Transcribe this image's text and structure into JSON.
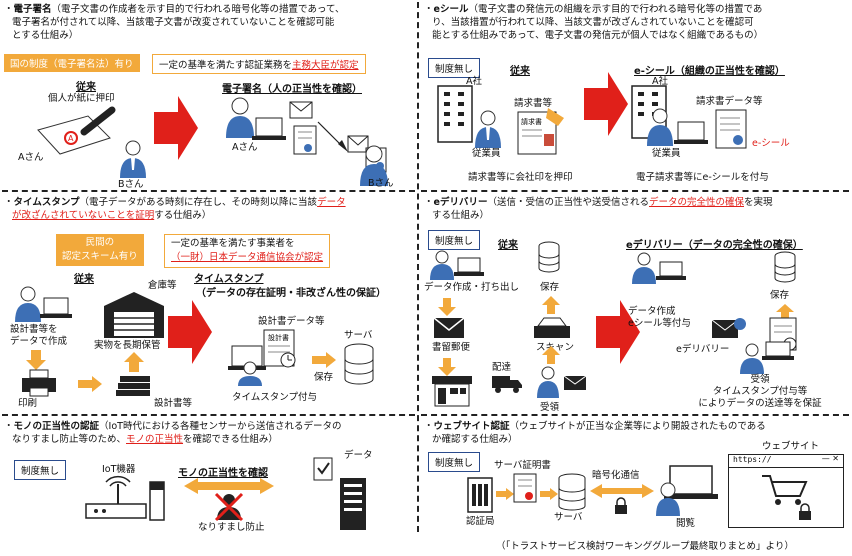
{
  "esign": {
    "bullet": "・",
    "term": "電子署名",
    "desc1": "（電子文書の作成者を示す目的で行われる暗号化等の措置であって、",
    "desc2": "電子署名が付されて以降、当該電子文書が改変されていないことを確認可能",
    "desc3": "とする仕組み）",
    "system_tag": "国の制度（電子署名法）有り",
    "cert_tag_pre": "一定の基準を満たす認証業務を",
    "cert_tag_red": "主務大臣が認定",
    "old_label": "従来",
    "old_sub": "個人が紙に押印",
    "person_a": "Aさん",
    "person_b": "Bさん",
    "new_label": "電子署名（人の正当性を確認）",
    "new_person_a": "Aさん",
    "new_person_b": "Bさん"
  },
  "eseal": {
    "bullet": "・",
    "term": "eシール",
    "desc1": "（電子文書の発信元の組織を示す目的で行われる暗号化等の措置であ",
    "desc2": "り、当該措置が行われて以降、当該文書が改ざんされていないことを確認可",
    "desc3": "能とする仕組みであって、電子文書の発信元が個人ではなく組織であるもの）",
    "system_tag": "制度無し",
    "old_label": "従来",
    "company_a": "A社",
    "invoice": "請求書等",
    "invoice_doc": "請求書",
    "employee": "従業員",
    "old_caption": "請求書等に会社印を押印",
    "new_label": "e-シール（組織の正当性を確認）",
    "new_company": "A社",
    "new_invoice": "請求書データ等",
    "new_seal": "e-シール",
    "new_employee": "従業員",
    "new_caption": "電子請求書等にe-シールを付与"
  },
  "timestamp": {
    "bullet": "・",
    "term": "タイムスタンプ",
    "desc1": "（電子データがある時刻に存在し、その時刻以降に当該",
    "desc1_red": "データ",
    "desc2_red": "が改ざんされていないことを証明",
    "desc2": "する仕組み）",
    "scheme_tag": "民間の\n認定スキーム有り",
    "scheme_tag_l1": "民間の",
    "scheme_tag_l2": "認定スキーム有り",
    "cert_l1": "一定の基準を満たす事業者を",
    "cert_l2": "（一財）日本データ通信協会が認定",
    "old_label": "従来",
    "warehouse": "倉庫等",
    "new_label1": "タイムスタンプ",
    "new_label2": "（データの存在証明・非改ざん性の保証）",
    "step_create": "設計書等を",
    "step_create2": "データで作成",
    "step_store": "実物を長期保管",
    "step_print": "印刷",
    "docs": "設計書等",
    "data_docs": "設計書データ等",
    "doc_title": "設計書",
    "server": "サーバ",
    "save": "保存",
    "ts_add": "タイムスタンプ付与"
  },
  "edelivery": {
    "bullet": "・",
    "term": "eデリバリー",
    "desc1": "（送信・受信の正当性や送受信される",
    "desc1_red": "データの完全性の確保",
    "desc1b": "を実現",
    "desc2": "する仕組み）",
    "system_tag": "制度無し",
    "old_label": "従来",
    "step_create": "データ作成・打ち出し",
    "save": "保存",
    "registered": "書留郵便",
    "scan": "スキャン",
    "delivery": "配達",
    "receive": "受領",
    "new_label": "eデリバリー（データの完全性の確保）",
    "new_save": "保存",
    "new_create1": "データ作成",
    "new_create2": "eシール等付与",
    "new_deliver": "eデリバリー",
    "new_receive": "受領",
    "new_receive2": "タイムスタンプ付与等",
    "new_receive3": "によりデータの送達等を保証"
  },
  "iot": {
    "bullet": "・",
    "term": "モノの正当性の認証",
    "desc1": "（IoT時代における各種センサーから送信されるデータの",
    "desc2a": "なりすまし防止等のため、",
    "desc2_red": "モノの正当性",
    "desc2b": "を確認できる仕組み）",
    "system_tag": "制度無し",
    "iot_device": "IoT機器",
    "check": "モノの正当性を確認",
    "spoof": "なりすまし防止",
    "data": "データ"
  },
  "web": {
    "bullet": "・",
    "term": "ウェブサイト認証",
    "desc1": "（ウェブサイトが正当な企業等により開設されたものである",
    "desc2": "か確認する仕組み）",
    "system_tag": "制度無し",
    "server_cert": "サーバ証明書",
    "encrypted": "暗号化通信",
    "website": "ウェブサイト",
    "url": "https://",
    "ca": "認証局",
    "server": "サーバ",
    "browse": "閲覧"
  },
  "source": "（「トラストサービス検討ワーキンググループ最終取りまとめ」より）",
  "colors": {
    "red": "#e0201a",
    "orange": "#f2a93b",
    "yellow": "#f2a93b",
    "navy": "#2a4b8d",
    "person": "#3d6fb5"
  }
}
